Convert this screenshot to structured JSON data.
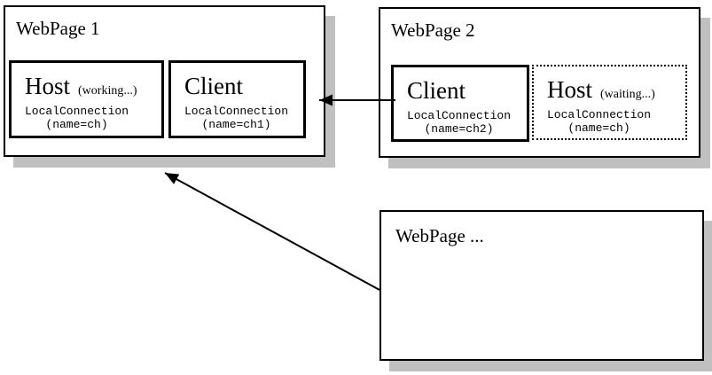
{
  "colors": {
    "border": "#000000",
    "shadow": "#c0c0c0",
    "background": "#ffffff",
    "text": "#000000"
  },
  "pages": {
    "webpage1": {
      "title": "WebPage 1",
      "host": {
        "name": "Host",
        "status": "(working...)",
        "connection": "LocalConnection",
        "param": "(name=ch)"
      },
      "client": {
        "name": "Client",
        "connection": "LocalConnection",
        "param": "(name=ch1)"
      }
    },
    "webpage2": {
      "title": "WebPage 2",
      "client": {
        "name": "Client",
        "connection": "LocalConnection",
        "param": "(name=ch2)"
      },
      "host": {
        "name": "Host",
        "status": "(waiting...)",
        "connection": "LocalConnection",
        "param": "(name=ch)"
      }
    },
    "webpage_more": {
      "title": "WebPage ..."
    }
  },
  "connections": [
    {
      "from": "webpage2-client",
      "to": "webpage1",
      "type": "arrow"
    },
    {
      "from": "webpage-more",
      "to": "webpage1",
      "type": "arrow"
    }
  ]
}
